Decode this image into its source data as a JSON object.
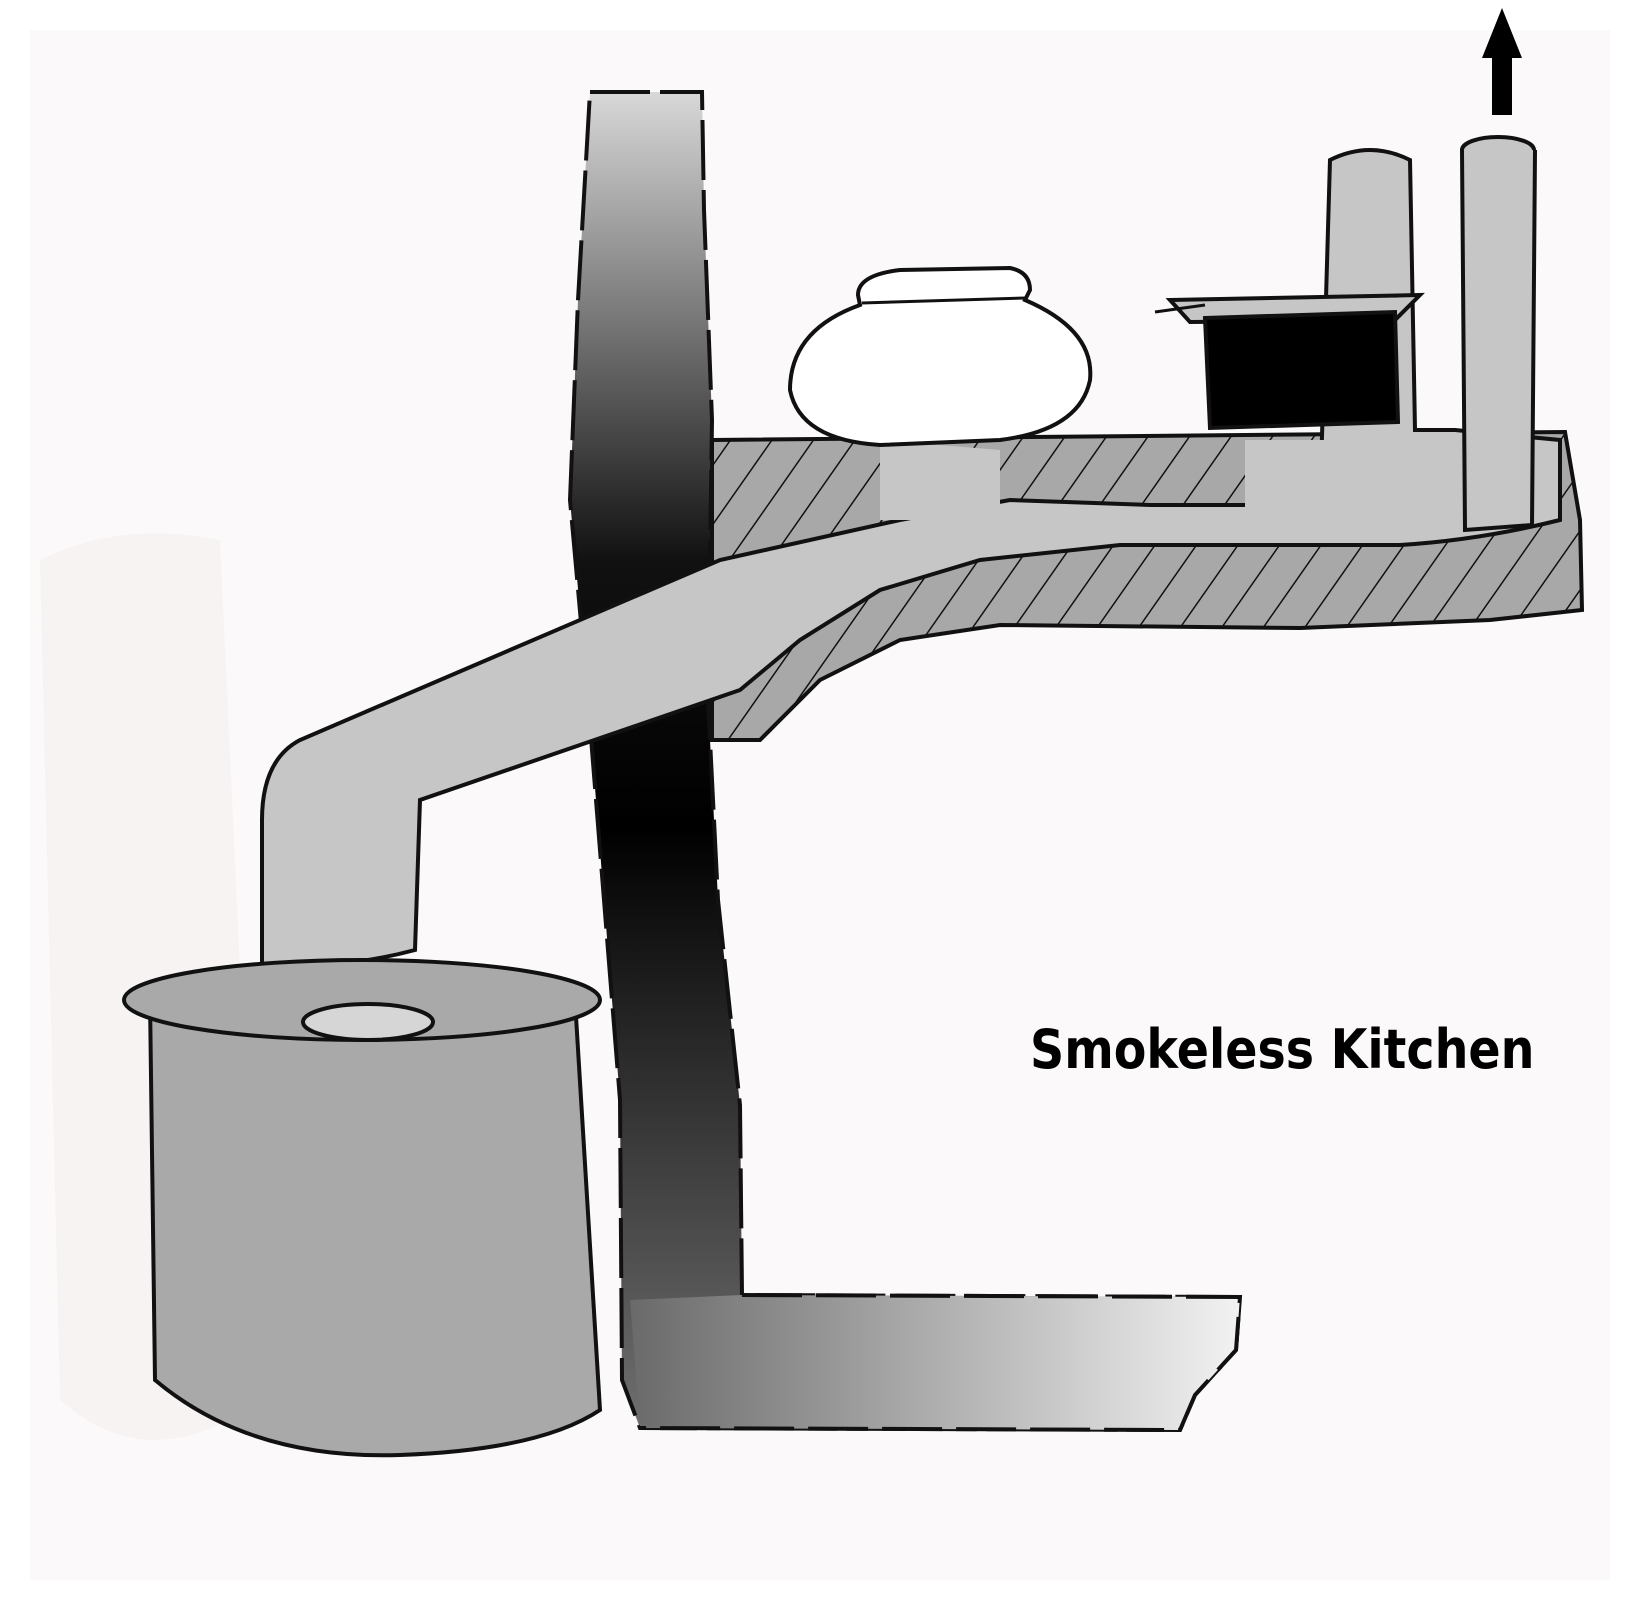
{
  "diagram": {
    "caption": "Smokeless Kitchen",
    "colors": {
      "paper": "#fbf9f9",
      "pipe_fill": "#c4c4c4",
      "drum_fill": "#a9a9a9",
      "stove_fill": "#a8a8a8",
      "pot_fill": "#000000",
      "outline": "#111111"
    },
    "components": [
      {
        "name": "chimney-outlet",
        "icon": "arrow-up-icon"
      },
      {
        "name": "flue-pipe"
      },
      {
        "name": "smoke-drum"
      },
      {
        "name": "mud-stove"
      },
      {
        "name": "clay-pot"
      },
      {
        "name": "cooking-pot"
      },
      {
        "name": "wall"
      }
    ]
  }
}
